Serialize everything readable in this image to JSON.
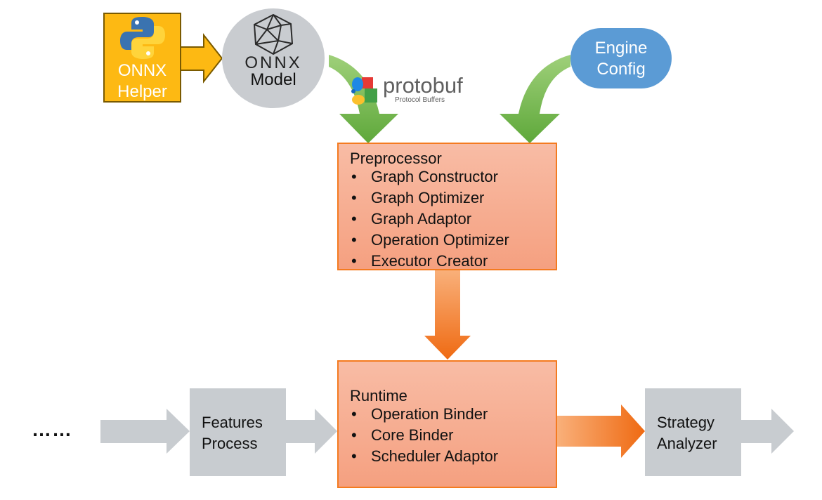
{
  "onnx_helper": {
    "line1": "ONNX",
    "line2": "Helper"
  },
  "onnx_model": {
    "word": "ONNX",
    "label": "Model"
  },
  "protobuf": {
    "word": "protobuf",
    "sub": "Protocol Buffers"
  },
  "engine_config": {
    "line1": "Engine",
    "line2": "Config"
  },
  "preprocessor": {
    "title": "Preprocessor",
    "items": [
      "Graph Constructor",
      "Graph Optimizer",
      "Graph Adaptor",
      "Operation Optimizer",
      "Executor Creator"
    ]
  },
  "runtime": {
    "title": "Runtime",
    "items": [
      "Operation Binder",
      "Core Binder",
      "Scheduler Adaptor"
    ]
  },
  "features_process": {
    "line1": "Features",
    "line2": "Process"
  },
  "strategy_analyzer": {
    "line1": "Strategy",
    "line2": "Analyzer"
  },
  "ellipsis": "……",
  "colors": {
    "helper_yellow": "#fdb913",
    "onnx_gray": "#c9ccd0",
    "engine_blue": "#5b9bd5",
    "green_arrow": "#6ab04c",
    "orange_arrow": "#f47b20",
    "salmon_box": "#f8bca5",
    "gray_box": "#c8ccd0"
  }
}
